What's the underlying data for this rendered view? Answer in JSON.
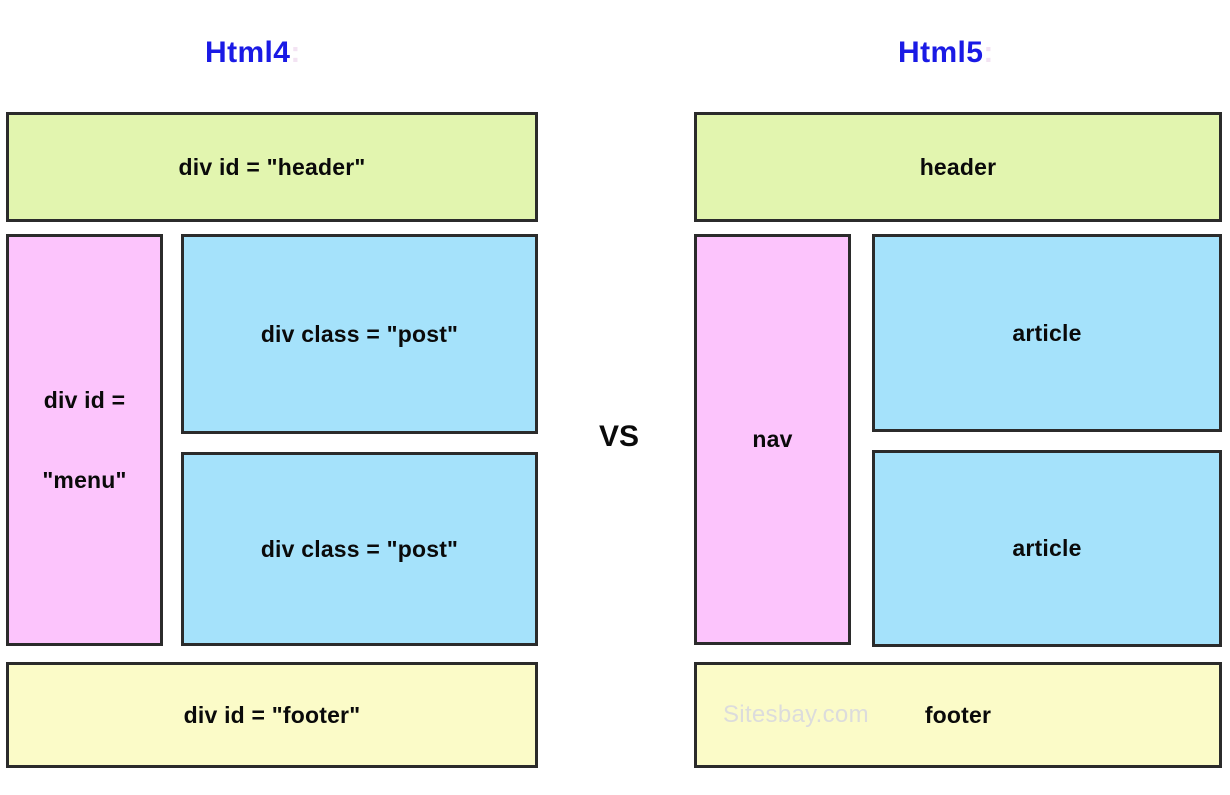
{
  "diagram": {
    "comparison_separator": "VS",
    "watermark": "Sitesbay.com",
    "colors": {
      "title": "#1a1ae5",
      "header_fill": "#e2f5af",
      "nav_fill": "#fcc4fc",
      "content_fill": "#a5e2fb",
      "footer_fill": "#fbfbc8",
      "border": "#2b2b2b",
      "watermark": "#dcdcdc",
      "background": "#ffffff"
    }
  },
  "html4": {
    "title": "Html4",
    "title_trailing": ":",
    "header": "div id = \"header\"",
    "menu_line1": "div id =",
    "menu_line2": "\"menu\"",
    "post_1": "div class = \"post\"",
    "post_2": "div class = \"post\"",
    "footer": "div id = \"footer\""
  },
  "html5": {
    "title": "Html5",
    "title_trailing": ":",
    "header": "header",
    "nav": "nav",
    "article_1": "article",
    "article_2": "article",
    "footer": "footer"
  }
}
